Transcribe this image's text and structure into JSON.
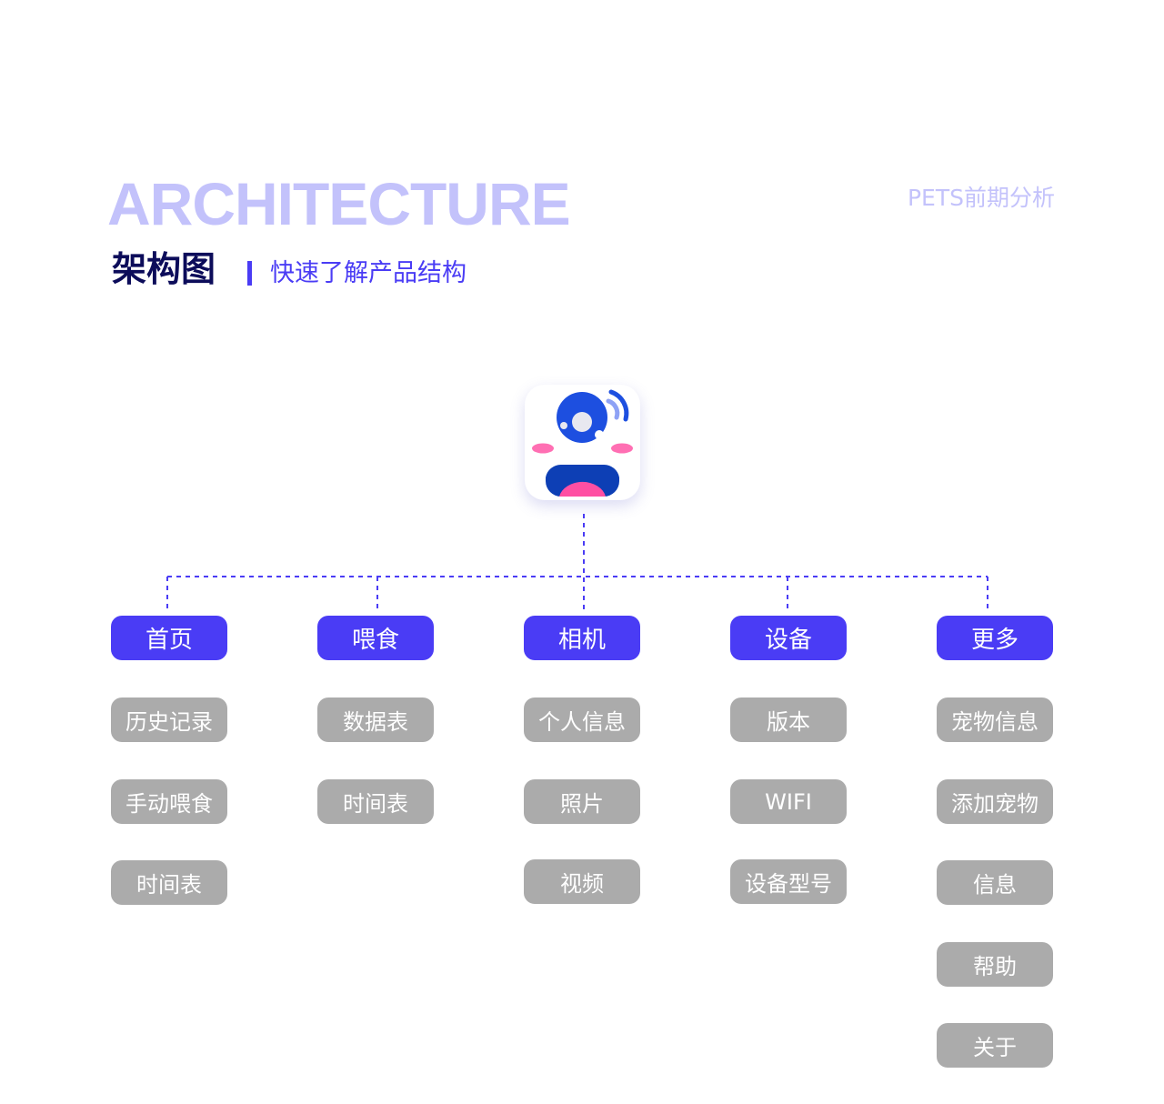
{
  "header": {
    "title": "ARCHITECTURE",
    "subtitle": "架构图",
    "caption": "快速了解产品结构",
    "top_right": "PETS前期分析"
  },
  "colors": {
    "primary": "#4a3cf5",
    "title_light": "#c3c2fb",
    "dark_title": "#0c0c5a",
    "secondary_node": "#ababab",
    "icon_blue": "#1d4fe0",
    "icon_pink": "#ff4fa3"
  },
  "app_icon": {
    "icon": "pet-camera-app-icon"
  },
  "columns": [
    {
      "label": "首页",
      "items": [
        "历史记录",
        "手动喂食",
        "时间表"
      ]
    },
    {
      "label": "喂食",
      "items": [
        "数据表",
        "时间表"
      ]
    },
    {
      "label": "相机",
      "items": [
        "个人信息",
        "照片",
        "视频"
      ]
    },
    {
      "label": "设备",
      "items": [
        "版本",
        "WIFI",
        "设备型号"
      ]
    },
    {
      "label": "更多",
      "items": [
        "宠物信息",
        "添加宠物",
        "信息",
        "帮助",
        "关于"
      ]
    }
  ]
}
